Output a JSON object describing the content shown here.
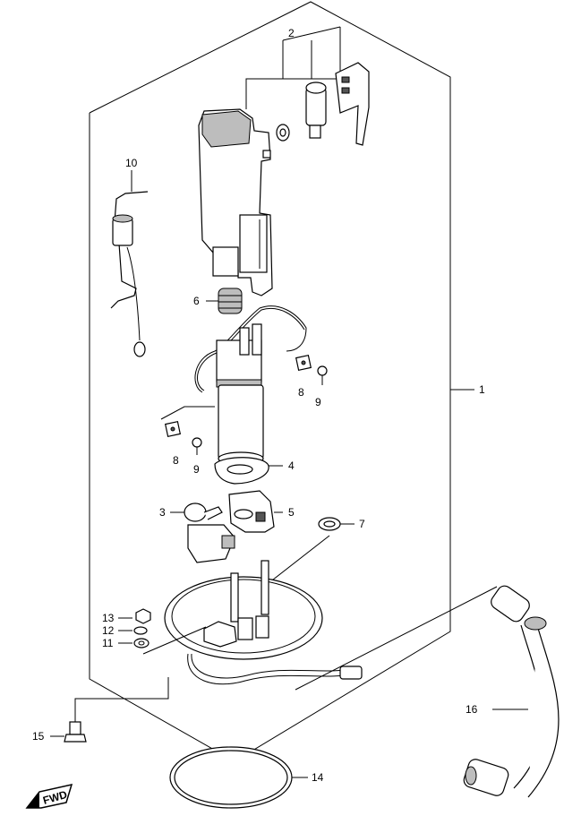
{
  "callouts": {
    "c1": "1",
    "c2": "2",
    "c3": "3",
    "c4": "4",
    "c5": "5",
    "c6": "6",
    "c7": "7",
    "c8a": "8",
    "c8b": "8",
    "c9a": "9",
    "c9b": "9",
    "c10": "10",
    "c11": "11",
    "c12": "12",
    "c13": "13",
    "c14": "14",
    "c15": "15",
    "c16": "16"
  },
  "fwd_mark": "FWD"
}
